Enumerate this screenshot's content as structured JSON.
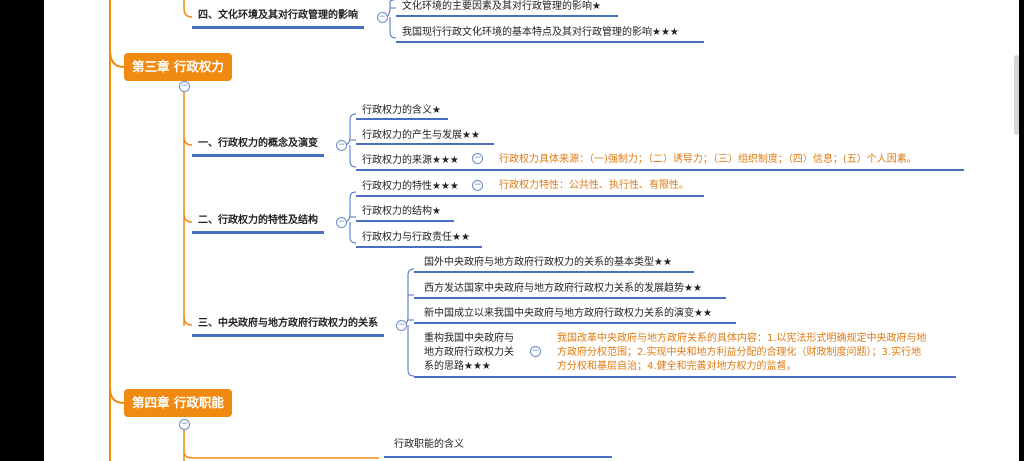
{
  "chapters": [
    {
      "label": "第三章 行政权力"
    },
    {
      "label": "第四章 行政职能"
    }
  ],
  "sections": [
    {
      "label": "四、文化环境及其对行政管理的影响"
    },
    {
      "label": "一、行政权力的概念及演变"
    },
    {
      "label": "二、行政权力的特性及结构"
    },
    {
      "label": "三、中央政府与地方政府行政权力的关系"
    }
  ],
  "leaves": [
    "文化环境的主要因素及其对行政管理的影响★",
    "我国现行行政文化环境的基本特点及其对行政管理的影响★★★",
    "行政权力的含义★",
    "行政权力的产生与发展★★",
    "行政权力的来源★★★",
    "行政权力的特性★★★",
    "行政权力的结构★",
    "行政权力与行政责任★★",
    "国外中央政府与地方政府行政权力的关系的基本类型★★",
    "西方发达国家中央政府与地方政府行政权力关系的发展趋势★★",
    "新中国成立以来我国中央政府与地方政府行政权力关系的演变★★",
    "重构我国中央政府与",
    "地方政府行政权力关",
    "系的思路★★★",
    "行政职能的含义"
  ],
  "notes": [
    "行政权力具体来源：（一)强制力；（二）诱导力；（三）组织制度；（四）信息；(五）个人因素。",
    "行政权力特性：公共性、执行性、有限性。",
    "我国改革中央政府与地方政府关系的具体内容：1.以宪法形式明确规定中央政府与地",
    "方政府分权范围；2.实现中央和地方利益分配的合理化（财政制度问题）；3.实行地",
    "方分权和基层自治；4.健全和完善对地方权力的监督。"
  ],
  "icons": {
    "collapse": "−",
    "collapse_circle": "⊖"
  },
  "colors": {
    "chapter_bg": "#f08a10",
    "branch_line": "#f08a10",
    "underline": "#4a6fc0",
    "note": "#e07a10"
  }
}
